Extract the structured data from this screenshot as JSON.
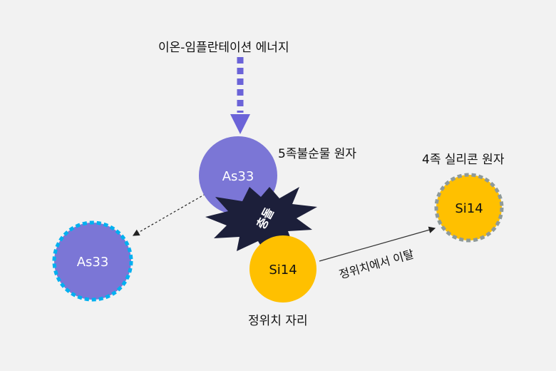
{
  "title": "이온-임플란테이션 에너지",
  "labels": {
    "dopant_atom": "5족불순물 원자",
    "silicon_atom": "4족 실리콘 원자",
    "collision": "충돌",
    "displacement": "정위치에서 이탈",
    "lattice_site": "정위치 자리"
  },
  "atoms": {
    "incoming": "As33",
    "displaced_dopant": "As33",
    "lattice_si": "Si14",
    "displaced_si": "Si14"
  },
  "colors": {
    "background": "#f2f2f2",
    "arrow": "#6b63d8",
    "dopant": "#7b76d6",
    "silicon": "#ffc000",
    "dopant_outline": "#00b0f0",
    "silicon_outline": "#8e9a9a",
    "burst": "#1c1f3a"
  }
}
